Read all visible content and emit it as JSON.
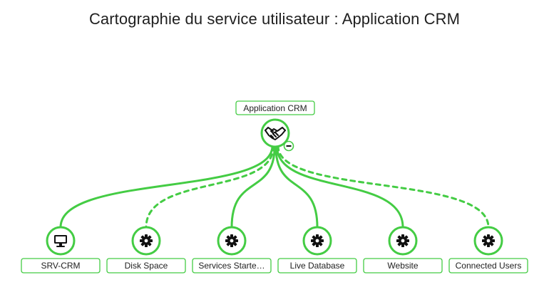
{
  "page": {
    "title": "Cartographie du service utilisateur : Application CRM"
  },
  "colors": {
    "link": "#44cc44",
    "node_border": "#44cc44",
    "node_fill": "#ffffff",
    "icon": "#111111",
    "label_border": "#44cc44",
    "label_text": "#222222"
  },
  "root": {
    "label": "Application CRM",
    "icon": "handshake-icon",
    "collapse_toggle": "−"
  },
  "children": [
    {
      "id": "srv-crm",
      "label": "SRV-CRM",
      "icon": "monitor-icon",
      "link_style": "solid"
    },
    {
      "id": "disk-space",
      "label": "Disk Space",
      "icon": "gear-icon",
      "link_style": "dashed"
    },
    {
      "id": "services-started",
      "label": "Services Starte…",
      "icon": "gear-icon",
      "link_style": "solid"
    },
    {
      "id": "live-database",
      "label": "Live Database",
      "icon": "gear-icon",
      "link_style": "solid"
    },
    {
      "id": "website",
      "label": "Website",
      "icon": "gear-icon",
      "link_style": "solid"
    },
    {
      "id": "connected-users",
      "label": "Connected Users",
      "icon": "gear-icon",
      "link_style": "dashed"
    }
  ]
}
